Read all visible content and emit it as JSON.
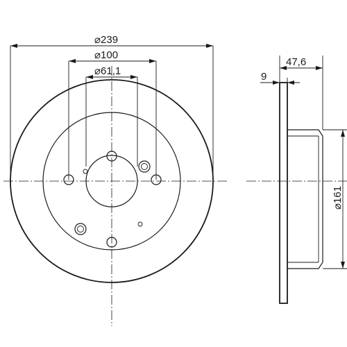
{
  "drawing": {
    "front_view": {
      "dim_outer": "⌀239",
      "dim_bolt_circle": "⌀100",
      "dim_center_bore": "⌀61,1"
    },
    "side_view": {
      "dim_height": "47,6",
      "dim_thickness": "9",
      "dim_hat": "⌀161"
    }
  }
}
